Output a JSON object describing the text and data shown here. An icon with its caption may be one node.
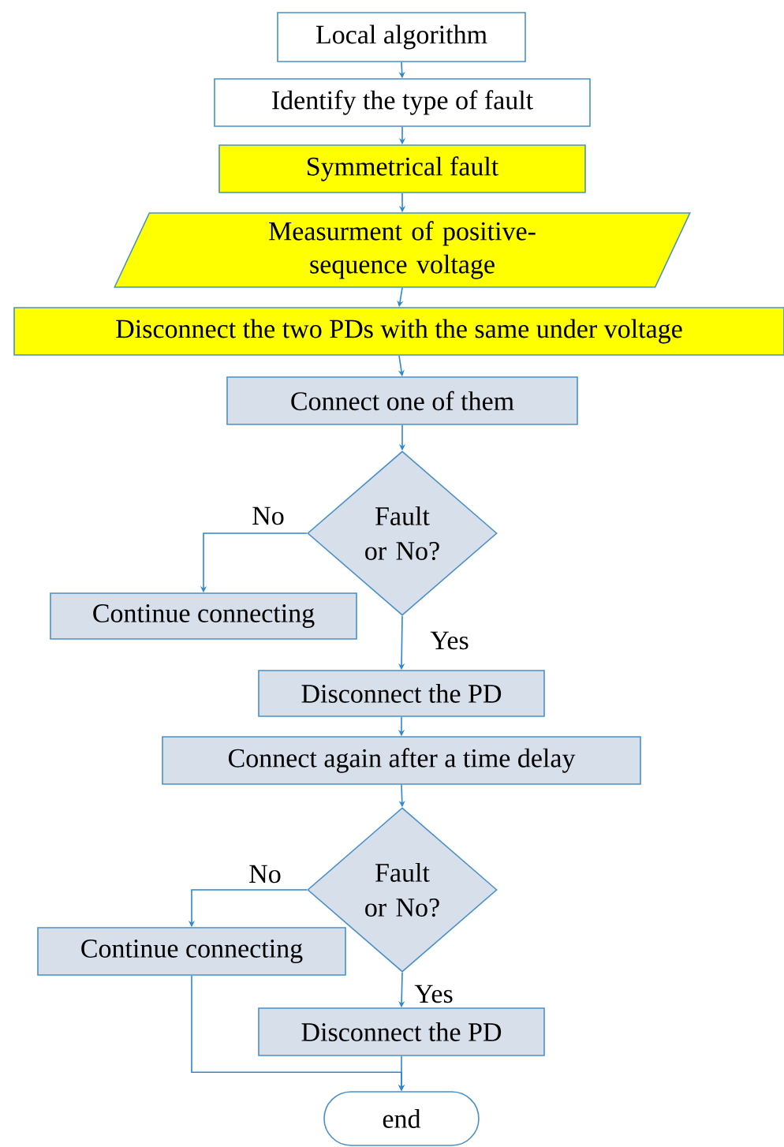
{
  "diagram": {
    "nodes": [
      {
        "text": [
          "Local algorithm"
        ]
      },
      {
        "text": [
          "Identify the type of fault"
        ]
      },
      {
        "text": [
          "Symmetrical fault"
        ]
      },
      {
        "text": [
          "Measurment of positive-sequence voltage"
        ]
      },
      {
        "text": [
          "Disconnect the two PDs with the same under voltage"
        ]
      },
      {
        "text": [
          "Connect one of them"
        ]
      },
      {
        "text": [
          "Fault or No?"
        ]
      },
      {
        "text": [
          "Continue connecting"
        ]
      },
      {
        "text": [
          "Disconnect the PD"
        ]
      },
      {
        "text": [
          "Connect again after a time delay"
        ]
      },
      {
        "text": [
          "Fault or No?"
        ]
      },
      {
        "text": [
          "Continue connecting"
        ]
      },
      {
        "text": [
          "Disconnect the PD"
        ]
      },
      {
        "text": [
          "end"
        ]
      }
    ],
    "edges": [
      {
        "from": 0,
        "to": 1,
        "arrow": "to"
      },
      {
        "from": 1,
        "to": 2,
        "arrow": "to"
      },
      {
        "from": 2,
        "to": 3,
        "arrow": "to"
      },
      {
        "from": 3,
        "to": 4,
        "arrow": "to"
      },
      {
        "from": 4,
        "to": 5,
        "arrow": "to"
      },
      {
        "from": 5,
        "to": 6,
        "arrow": "to"
      },
      {
        "from": 6,
        "to": 7,
        "arrow": "to",
        "label": "No"
      },
      {
        "from": 6,
        "to": 8,
        "arrow": "to",
        "label": "Yes"
      },
      {
        "from": 8,
        "to": 9,
        "arrow": "to"
      },
      {
        "from": 9,
        "to": 10,
        "arrow": "to"
      },
      {
        "from": 10,
        "to": 11,
        "arrow": "to",
        "label": "No"
      },
      {
        "from": 10,
        "to": 12,
        "arrow": "to",
        "label": "Yes"
      },
      {
        "from": 12,
        "to": 13,
        "arrow": "to"
      },
      {
        "from": 11,
        "to": 13,
        "arrow": "to"
      }
    ]
  }
}
